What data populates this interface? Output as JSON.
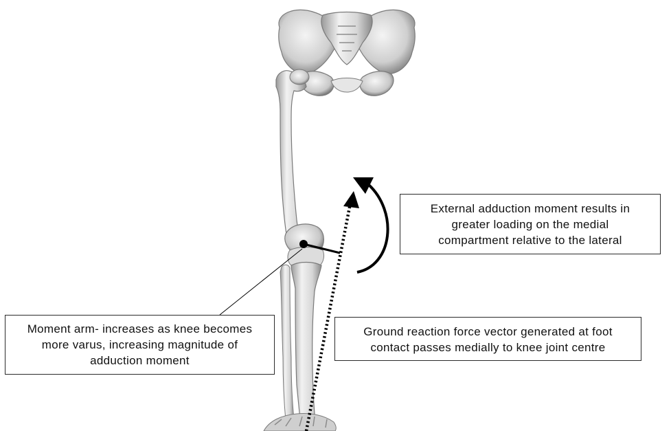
{
  "colors": {
    "background": "#ffffff",
    "bone": "#d9d9d9",
    "bone_shadow": "#8c8c8c",
    "ink": "#000000"
  },
  "annotations": {
    "adduction_moment": {
      "lines": [
        "External adduction moment results in",
        "greater loading on the medial",
        "compartment relative to the lateral"
      ]
    },
    "moment_arm": {
      "lines": [
        "Moment arm- increases as knee becomes",
        "more varus, increasing magnitude of",
        "adduction moment"
      ]
    },
    "ground_reaction_force": {
      "lines": [
        "Ground reaction force vector generated at foot",
        "contact passes medially to knee joint centre"
      ]
    }
  },
  "figure": {
    "icons": [
      "pelvis-bone-icon",
      "femur-bone-icon",
      "patella-icon",
      "tibia-bone-icon",
      "fibula-bone-icon",
      "foot-bones-icon"
    ]
  }
}
